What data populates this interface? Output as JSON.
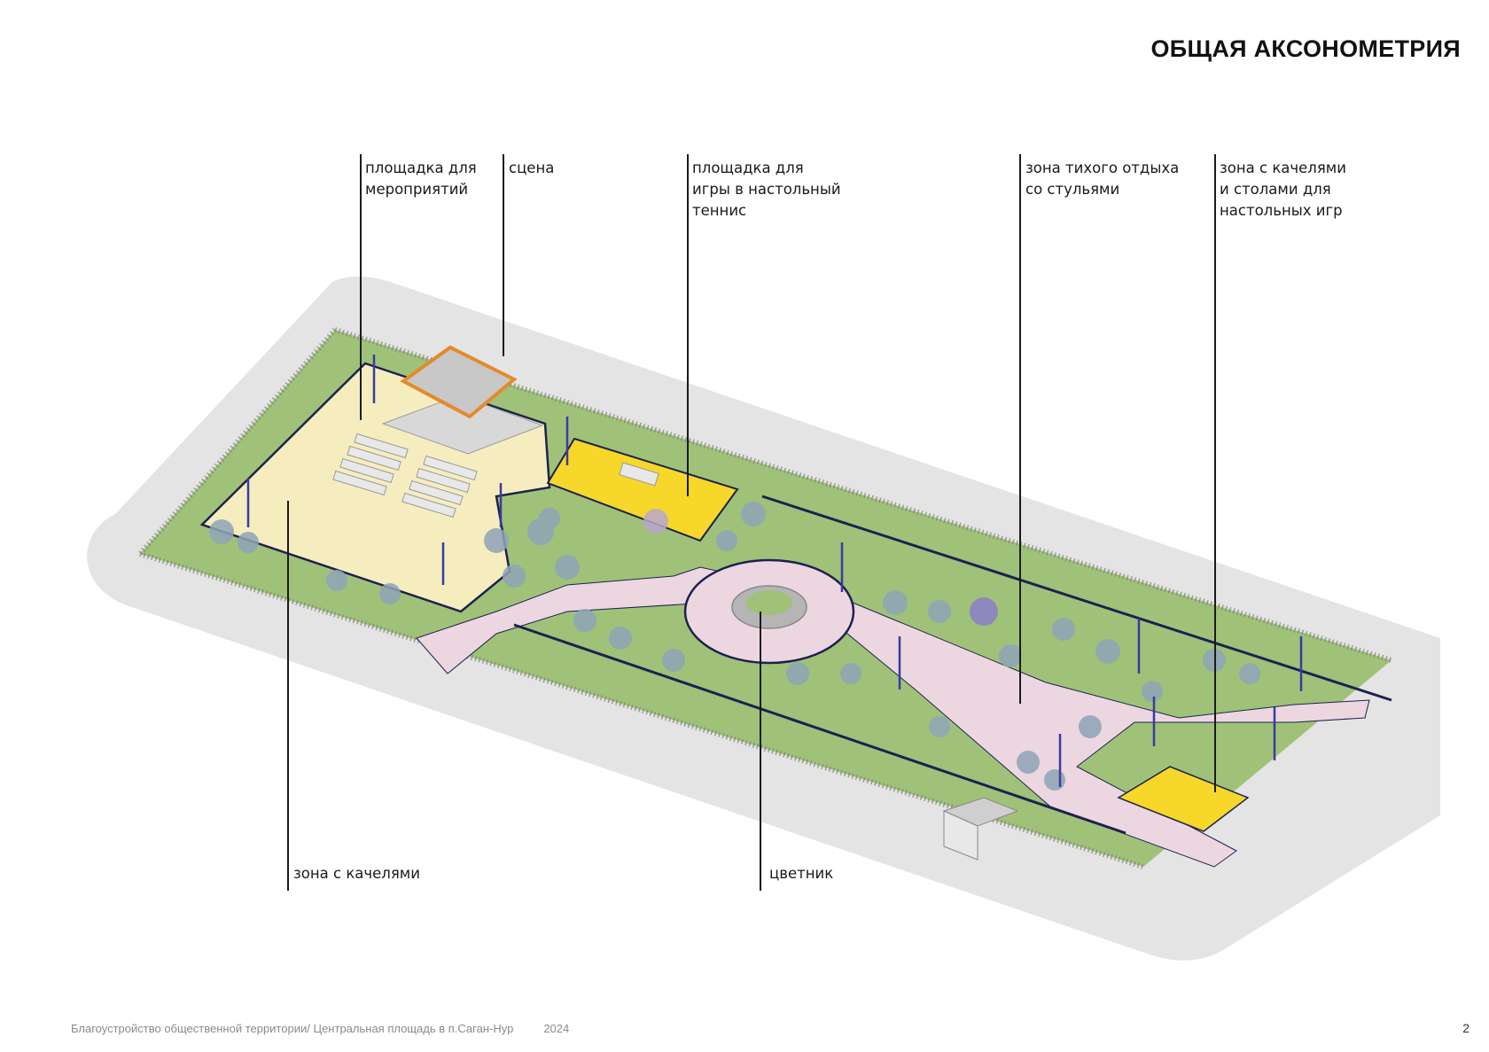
{
  "page": {
    "title": "ОБЩАЯ АКСОНОМЕТРИЯ",
    "footer_text": "Благоустройство общественной территории/ Центральная площадь в п.Саган-Нур",
    "footer_year": "2024",
    "page_number": "2"
  },
  "callouts": [
    {
      "id": "event-area",
      "lines": [
        "площадка для",
        "мероприятий"
      ]
    },
    {
      "id": "stage",
      "lines": [
        "сцена"
      ]
    },
    {
      "id": "table-tennis",
      "lines": [
        "площадка для",
        "игры в настольный",
        "теннис"
      ]
    },
    {
      "id": "quiet-rest",
      "lines": [
        "зона тихого отдыха",
        "со стульями"
      ]
    },
    {
      "id": "swings-tables",
      "lines": [
        "зона с качелями",
        "и столами для",
        "настольных игр"
      ]
    },
    {
      "id": "swings",
      "lines": [
        "зона с качелями"
      ]
    },
    {
      "id": "flowerbed",
      "lines": [
        "цветник"
      ]
    }
  ],
  "colors": {
    "surround": "#e4e4e4",
    "lawn": "#9fc278",
    "event_ground": "#f6edbf",
    "yellow_court": "#f6d72a",
    "path": "#ecd6e0",
    "trees": "#8ea4b8",
    "outline": "#1d2150",
    "lamp": "#3b3ba0"
  }
}
